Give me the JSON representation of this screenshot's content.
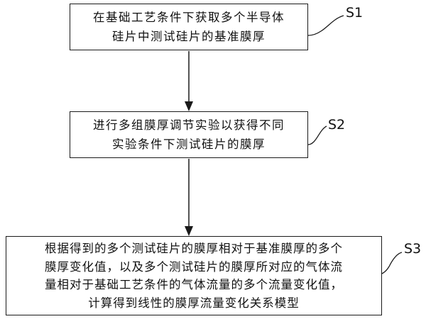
{
  "steps": [
    {
      "id": "S1",
      "text": "在基础工艺条件下获取多个半导体\n硅片中测试硅片的基准膜厚"
    },
    {
      "id": "S2",
      "text": "进行多组膜厚调节实验以获得不同\n实验条件下测试硅片的膜厚"
    },
    {
      "id": "S3",
      "text": "根据得到的多个测试硅片的膜厚相对于基准膜厚的多个\n膜厚变化值，以及多个测试硅片的膜厚所对应的气体流\n量相对于基础工艺条件的气体流量的多个流量变化值，\n计算得到线性的膜厚流量变化关系模型"
    }
  ]
}
